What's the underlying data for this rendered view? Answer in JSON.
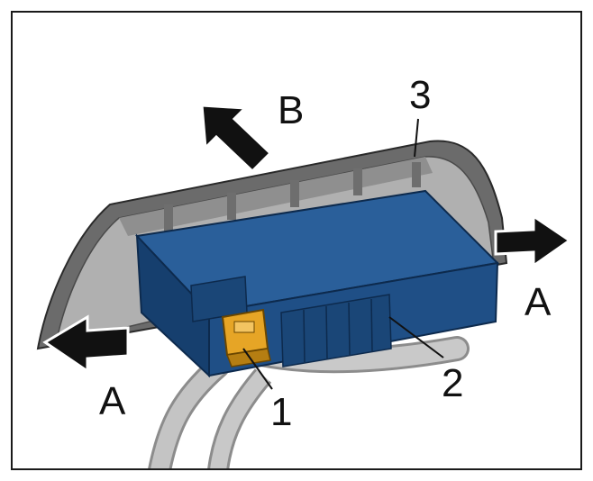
{
  "labels": {
    "part_1": "1",
    "part_2": "2",
    "part_3": "3",
    "direction_a_left": "A",
    "direction_a_right": "A",
    "direction_b": "B"
  },
  "colors": {
    "cover": "#6b6b6b",
    "cover_inner": "#a8a8a8",
    "module": "#1f4f86",
    "module_dark": "#153a66",
    "connector": "#e6a526",
    "cable": "#b9b9b9",
    "arrow": "#111111"
  },
  "icons": [
    "arrow-a-left-icon",
    "arrow-a-right-icon",
    "arrow-b-icon"
  ]
}
